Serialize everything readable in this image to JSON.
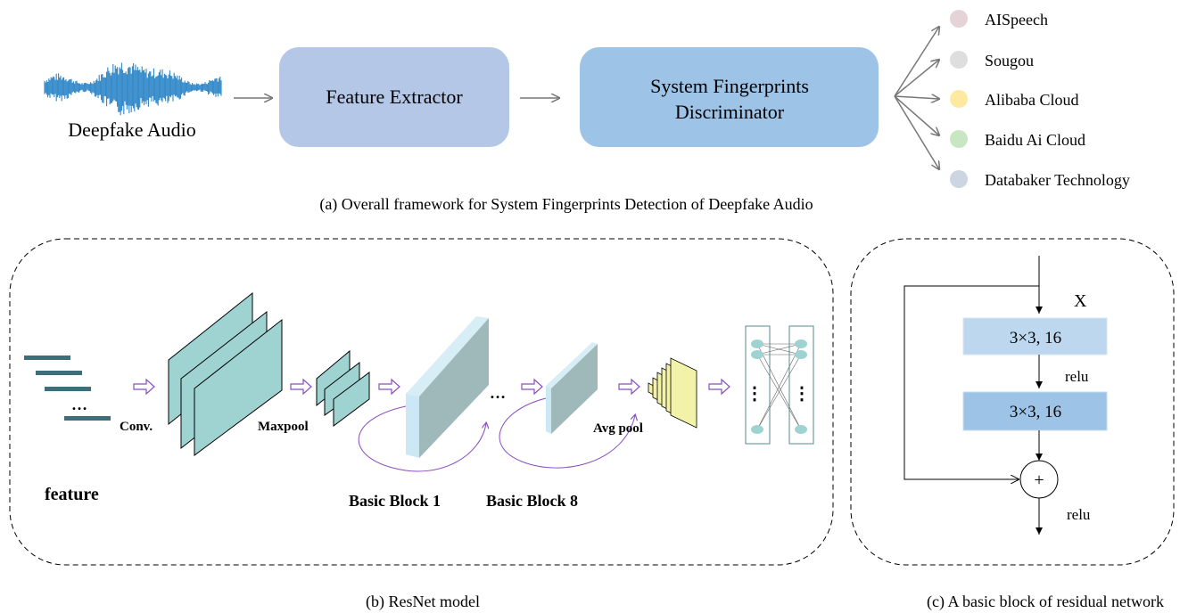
{
  "panel_a": {
    "audio_label": "Deepfake  Audio",
    "extractor_label": "Feature Extractor",
    "discriminator_label_line1": "System Fingerprints",
    "discriminator_label_line2": "Discriminator",
    "caption": "(a) Overall framework for System Fingerprints Detection of Deepfake Audio",
    "outputs": [
      {
        "label": "AISpeech",
        "color": "#e6d3d8"
      },
      {
        "label": "Sougou",
        "color": "#dedede"
      },
      {
        "label": "Alibaba Cloud",
        "color": "#fde9a0"
      },
      {
        "label": "Baidu Ai Cloud",
        "color": "#c9e6c2"
      },
      {
        "label": "Databaker  Technology",
        "color": "#ccd5e2"
      }
    ],
    "colors": {
      "extractor": "#b4c7e7",
      "discriminator": "#9dc3e6",
      "waveform": "#2e86c8"
    }
  },
  "panel_b": {
    "caption": "(b)  ResNet model",
    "feature_label": "feature",
    "feature_ellipsis": "…",
    "conv_label": "Conv.",
    "maxpool_label": "Maxpool",
    "block1_label": "Basic Block 1",
    "block8_label": "Basic Block 8",
    "block_ellipsis": "…",
    "avgpool_label": "Avg pool",
    "fc_dots": "⋮",
    "colors": {
      "teal": "#9fd3d2",
      "light_blue": "#cce8f4",
      "yellow": "#f2f3a9",
      "arrow": "#8a4fbf"
    }
  },
  "panel_c": {
    "caption": "(c)  A basic block of residual network",
    "x_label": "X",
    "layer1": "3×3, 16",
    "layer2": "3×3, 16",
    "relu1": "relu",
    "relu2": "relu",
    "plus": "+",
    "colors": {
      "layer1": "#bdd7ee",
      "layer2": "#9dc3e6"
    }
  }
}
